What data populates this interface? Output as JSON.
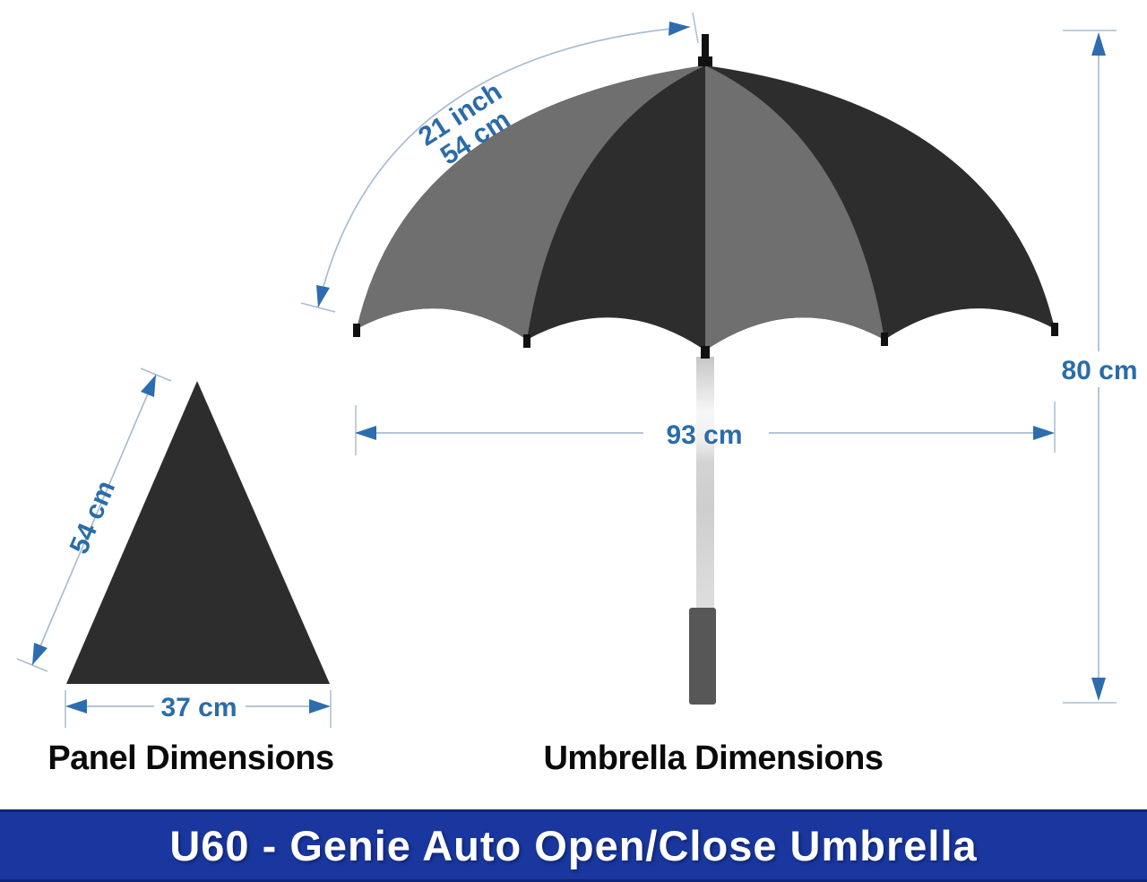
{
  "banner": {
    "title": "U60 - Genie Auto Open/Close Umbrella",
    "bg_color": "#19379e",
    "text_color": "#ffffff"
  },
  "panel_figure": {
    "caption": "Panel Dimensions",
    "side_dim": "54 cm",
    "base_dim": "37 cm"
  },
  "umbrella_figure": {
    "caption": "Umbrella Dimensions",
    "rib_dim_line1": "21 inch",
    "rib_dim_line2": "54 cm",
    "width_dim": "93 cm",
    "height_dim": "80 cm"
  },
  "colors": {
    "panel_dark": "#2d2d2e",
    "panel_gray": "#6f6f6f",
    "dimension_line": "#a9bdd1",
    "dimension_arrow": "#2e6dad",
    "dimension_text": "#2b6ca8",
    "caption_text": "#0a0a0a",
    "hardware_black": "#111111",
    "handle_gray": "#575757"
  }
}
